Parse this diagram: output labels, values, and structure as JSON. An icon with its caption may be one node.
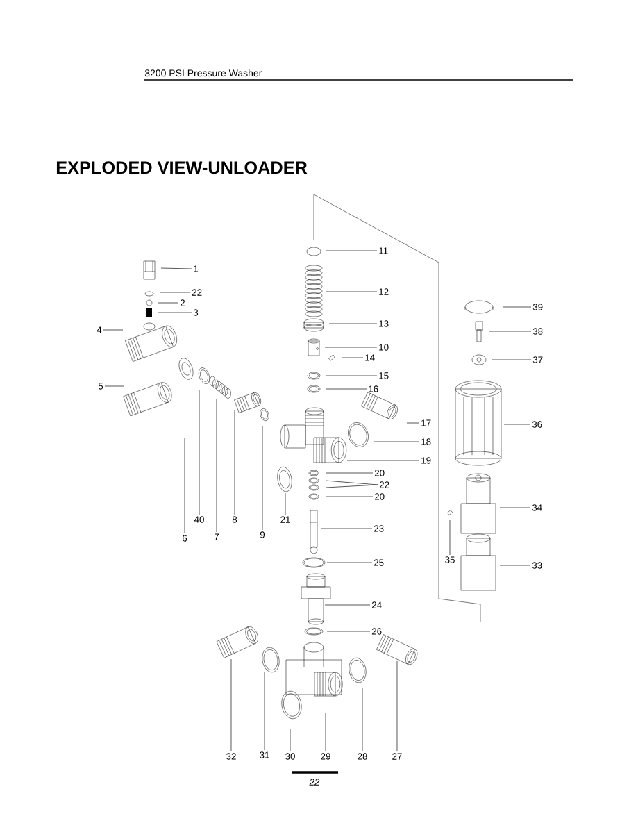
{
  "diagram": {
    "title": "EXPLODED VIEW-UNLOADER",
    "nodes": [
      {
        "text": [
          "1"
        ]
      },
      {
        "text": [
          "22"
        ]
      },
      {
        "text": [
          "2"
        ]
      },
      {
        "text": [
          "3"
        ]
      },
      {
        "text": [
          "4"
        ]
      },
      {
        "text": [
          "5"
        ]
      },
      {
        "text": [
          "6"
        ]
      },
      {
        "text": [
          "40"
        ]
      },
      {
        "text": [
          "7"
        ]
      },
      {
        "text": [
          "8"
        ]
      },
      {
        "text": [
          "9"
        ]
      },
      {
        "text": [
          "21"
        ]
      },
      {
        "text": [
          "11"
        ]
      },
      {
        "text": [
          "12"
        ]
      },
      {
        "text": [
          "13"
        ]
      },
      {
        "text": [
          "10"
        ]
      },
      {
        "text": [
          "14"
        ]
      },
      {
        "text": [
          "15"
        ]
      },
      {
        "text": [
          "16"
        ]
      },
      {
        "text": [
          "17"
        ]
      },
      {
        "text": [
          "18"
        ]
      },
      {
        "text": [
          "19"
        ]
      },
      {
        "text": [
          "20"
        ]
      },
      {
        "text": [
          "22"
        ]
      },
      {
        "text": [
          "20"
        ]
      },
      {
        "text": [
          "23"
        ]
      },
      {
        "text": [
          "25"
        ]
      },
      {
        "text": [
          "24"
        ]
      },
      {
        "text": [
          "26"
        ]
      },
      {
        "text": [
          "39"
        ]
      },
      {
        "text": [
          "38"
        ]
      },
      {
        "text": [
          "37"
        ]
      },
      {
        "text": [
          "36"
        ]
      },
      {
        "text": [
          "34"
        ]
      },
      {
        "text": [
          "35"
        ]
      },
      {
        "text": [
          "33"
        ]
      },
      {
        "text": [
          "32"
        ]
      },
      {
        "text": [
          "31"
        ]
      },
      {
        "text": [
          "30"
        ]
      },
      {
        "text": [
          "29"
        ]
      },
      {
        "text": [
          "28"
        ]
      },
      {
        "text": [
          "27"
        ]
      }
    ],
    "edges": [
      {
        "from": 0,
        "to": null,
        "arrow": "none"
      },
      {
        "from": 1,
        "to": null,
        "arrow": "none"
      },
      {
        "from": 2,
        "to": null,
        "arrow": "none"
      },
      {
        "from": 3,
        "to": null,
        "arrow": "none"
      },
      {
        "from": 4,
        "to": null,
        "arrow": "none"
      },
      {
        "from": 5,
        "to": null,
        "arrow": "none"
      },
      {
        "from": 6,
        "to": null,
        "arrow": "none"
      },
      {
        "from": 7,
        "to": null,
        "arrow": "none"
      },
      {
        "from": 8,
        "to": null,
        "arrow": "none"
      },
      {
        "from": 9,
        "to": null,
        "arrow": "none"
      },
      {
        "from": 10,
        "to": null,
        "arrow": "none"
      },
      {
        "from": 11,
        "to": null,
        "arrow": "none"
      },
      {
        "from": 12,
        "to": null,
        "arrow": "none"
      },
      {
        "from": 13,
        "to": null,
        "arrow": "none"
      },
      {
        "from": 14,
        "to": null,
        "arrow": "none"
      },
      {
        "from": 15,
        "to": null,
        "arrow": "none"
      },
      {
        "from": 16,
        "to": null,
        "arrow": "none"
      },
      {
        "from": 17,
        "to": null,
        "arrow": "none"
      },
      {
        "from": 18,
        "to": null,
        "arrow": "none"
      },
      {
        "from": 19,
        "to": null,
        "arrow": "none"
      },
      {
        "from": 20,
        "to": null,
        "arrow": "none"
      },
      {
        "from": 21,
        "to": null,
        "arrow": "none"
      },
      {
        "from": 22,
        "to": null,
        "arrow": "none"
      },
      {
        "from": 23,
        "to": null,
        "arrow": "none"
      },
      {
        "from": 24,
        "to": null,
        "arrow": "none"
      },
      {
        "from": 25,
        "to": null,
        "arrow": "none"
      },
      {
        "from": 26,
        "to": null,
        "arrow": "none"
      },
      {
        "from": 27,
        "to": null,
        "arrow": "none"
      },
      {
        "from": 28,
        "to": null,
        "arrow": "none"
      },
      {
        "from": 29,
        "to": null,
        "arrow": "none"
      },
      {
        "from": 30,
        "to": null,
        "arrow": "none"
      },
      {
        "from": 31,
        "to": null,
        "arrow": "none"
      },
      {
        "from": 32,
        "to": null,
        "arrow": "none"
      },
      {
        "from": 33,
        "to": null,
        "arrow": "none"
      },
      {
        "from": 34,
        "to": null,
        "arrow": "none"
      },
      {
        "from": 35,
        "to": null,
        "arrow": "none"
      },
      {
        "from": 36,
        "to": null,
        "arrow": "none"
      },
      {
        "from": 37,
        "to": null,
        "arrow": "none"
      },
      {
        "from": 38,
        "to": null,
        "arrow": "none"
      },
      {
        "from": 39,
        "to": null,
        "arrow": "none"
      },
      {
        "from": 40,
        "to": null,
        "arrow": "none"
      },
      {
        "from": 41,
        "to": null,
        "arrow": "none"
      },
      {
        "from": 23,
        "to": null,
        "arrow": "none"
      }
    ],
    "labels": [
      "3200 PSI Pressure Washer",
      "22"
    ]
  }
}
